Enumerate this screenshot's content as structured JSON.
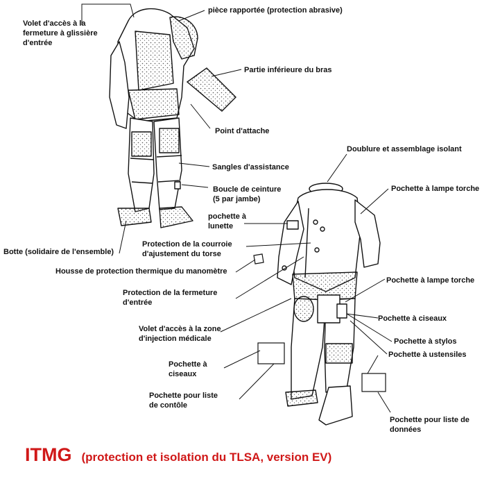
{
  "labels": {
    "volet_acces": "Volet d'accès à la\nfermeture à glissière\nd'entrée",
    "piece_rapportee": "pièce rapportée (protection abrasive)",
    "partie_inferieure_bras": "Partie inférieure du bras",
    "point_attache": "Point d'attache",
    "doublure": "Doublure et assemblage isolant",
    "sangles": "Sangles d'assistance",
    "pochette_lampe_1": "Pochette à lampe torche",
    "boucle_ceinture": "Boucle de ceinture\n(5 par jambe)",
    "pochette_lunette": "pochette à\nlunette",
    "botte": "Botte (solidaire de l'ensemble)",
    "protection_courroie": "Protection de la courroie\nd'ajustement du torse",
    "housse_manometre": "Housse de protection thermique du manomètre",
    "pochette_lampe_2": "Pochette à lampe torche",
    "protection_fermeture": "Protection de la fermeture\nd'entrée",
    "pochette_ciseaux_1": "Pochette à ciseaux",
    "volet_injection": "Volet d'accès à la zone\nd'injection médicale",
    "pochette_stylos": "Pochette à stylos",
    "pochette_ustensiles": "Pochette à ustensiles",
    "pochette_ciseaux_2": "Pochette à\nciseaux",
    "pochette_liste_controle": "Pochette pour liste\nde contôle",
    "pochette_liste_donnees": "Pochette pour liste de\ndonnées"
  },
  "caption": {
    "main": "ITMG",
    "sub": "(protection et isolation du TLSA, version EV)"
  },
  "colors": {
    "caption": "#d01818",
    "line": "#111111",
    "suit_fill": "#ffffff",
    "texture": "#555555"
  }
}
